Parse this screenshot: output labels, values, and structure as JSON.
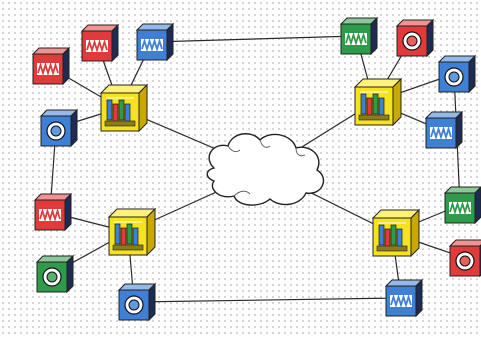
{
  "colors": {
    "hub_front": "#f6e21e",
    "hub_side": "#c9a800",
    "hub_top": "#fff27a",
    "red": "#e23a3a",
    "blue": "#3f7fd6",
    "green": "#2f9b4a",
    "side_shade": "#1e2b52",
    "background": "#ffffff",
    "link": "#2a2a2a"
  },
  "cloud": {
    "icon": "cloud-icon"
  },
  "hubs": [
    {
      "id": "hub-nw",
      "icon": "hub-switch-icon"
    },
    {
      "id": "hub-ne",
      "icon": "hub-switch-icon"
    },
    {
      "id": "hub-sw",
      "icon": "hub-switch-icon"
    },
    {
      "id": "hub-se",
      "icon": "hub-switch-icon"
    }
  ],
  "devices": [
    {
      "id": "dev-nw-1",
      "color": "red",
      "icon": "waveform-icon",
      "hub": "hub-nw"
    },
    {
      "id": "dev-nw-2",
      "color": "red",
      "icon": "waveform-icon",
      "hub": "hub-nw"
    },
    {
      "id": "dev-nw-3",
      "color": "blue",
      "icon": "waveform-icon",
      "hub": "hub-nw"
    },
    {
      "id": "dev-nw-4",
      "color": "blue",
      "icon": "disk-icon",
      "hub": "hub-nw"
    },
    {
      "id": "dev-ne-1",
      "color": "green",
      "icon": "waveform-icon",
      "hub": "hub-ne"
    },
    {
      "id": "dev-ne-2",
      "color": "red",
      "icon": "disk-icon",
      "hub": "hub-ne"
    },
    {
      "id": "dev-ne-3",
      "color": "blue",
      "icon": "disk-icon",
      "hub": "hub-ne"
    },
    {
      "id": "dev-ne-4",
      "color": "blue",
      "icon": "waveform-icon",
      "hub": "hub-ne"
    },
    {
      "id": "dev-sw-1",
      "color": "red",
      "icon": "waveform-icon",
      "hub": "hub-sw"
    },
    {
      "id": "dev-sw-2",
      "color": "green",
      "icon": "disk-icon",
      "hub": "hub-sw"
    },
    {
      "id": "dev-sw-3",
      "color": "blue",
      "icon": "disk-icon",
      "hub": "hub-sw"
    },
    {
      "id": "dev-se-1",
      "color": "green",
      "icon": "waveform-icon",
      "hub": "hub-se"
    },
    {
      "id": "dev-se-2",
      "color": "red",
      "icon": "disk-icon",
      "hub": "hub-se"
    },
    {
      "id": "dev-se-3",
      "color": "blue",
      "icon": "waveform-icon",
      "hub": "hub-se"
    }
  ],
  "links": [
    [
      "hub-nw",
      "cloud"
    ],
    [
      "hub-ne",
      "cloud"
    ],
    [
      "hub-sw",
      "cloud"
    ],
    [
      "hub-se",
      "cloud"
    ],
    [
      "dev-nw-1",
      "hub-nw"
    ],
    [
      "dev-nw-2",
      "hub-nw"
    ],
    [
      "dev-nw-3",
      "hub-nw"
    ],
    [
      "dev-nw-4",
      "hub-nw"
    ],
    [
      "dev-ne-1",
      "hub-ne"
    ],
    [
      "dev-ne-2",
      "hub-ne"
    ],
    [
      "dev-ne-3",
      "hub-ne"
    ],
    [
      "dev-ne-4",
      "hub-ne"
    ],
    [
      "dev-sw-1",
      "hub-sw"
    ],
    [
      "dev-sw-2",
      "hub-sw"
    ],
    [
      "dev-sw-3",
      "hub-sw"
    ],
    [
      "dev-se-1",
      "hub-se"
    ],
    [
      "dev-se-2",
      "hub-se"
    ],
    [
      "dev-se-3",
      "hub-se"
    ],
    [
      "dev-nw-3",
      "dev-ne-1"
    ],
    [
      "dev-sw-3",
      "dev-se-3"
    ],
    [
      "dev-nw-4",
      "dev-sw-1"
    ],
    [
      "dev-ne-3",
      "dev-se-1"
    ]
  ]
}
